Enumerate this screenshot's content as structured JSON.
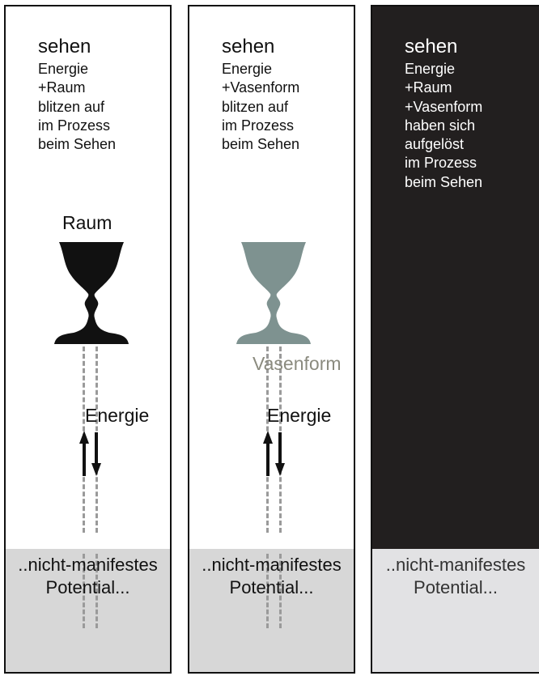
{
  "panels": [
    {
      "heading": "sehen",
      "lines": [
        "Energie",
        "+Raum",
        "blitzen auf",
        "im Prozess",
        "beim Sehen"
      ],
      "figure_label": "Raum",
      "energy_label": "Energie",
      "bottom_lines": [
        "..nicht-manifestes",
        "Potential..."
      ]
    },
    {
      "heading": "sehen",
      "lines": [
        "Energie",
        "+Vasenform",
        "blitzen auf",
        "im Prozess",
        "beim Sehen"
      ],
      "figure_label": "Vasenform",
      "energy_label": "Energie",
      "bottom_lines": [
        "..nicht-manifestes",
        "Potential..."
      ]
    },
    {
      "heading": "sehen",
      "lines": [
        "Energie",
        "+Raum",
        "+Vasenform",
        "haben sich",
        "aufgelöst",
        "im Prozess",
        "beim Sehen"
      ],
      "bottom_lines": [
        "..nicht-manifestes",
        "Potential..."
      ]
    }
  ],
  "colors": {
    "vase_black": "#111111",
    "vase_grey": "#7e9290",
    "vasenform_text": "#8b8b7f",
    "dashed_line": "#9a9a9a",
    "bottom_band": "#d7d7d7",
    "dark_panel": "#221f1f"
  }
}
